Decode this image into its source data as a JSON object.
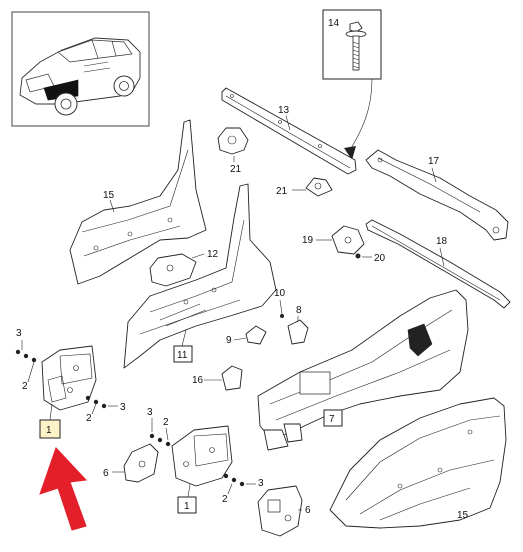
{
  "callouts": {
    "c1_main": "1",
    "c1_lower": "1",
    "c2_a": "2",
    "c2_b": "2",
    "c2_c": "2",
    "c2_d": "2",
    "c3_a": "3",
    "c3_b": "3",
    "c3_c": "3",
    "c3_d": "3",
    "c6_a": "6",
    "c6_b": "6",
    "c7": "7",
    "c8": "8",
    "c9": "9",
    "c10": "10",
    "c11": "11",
    "c12": "12",
    "c13": "13",
    "c14": "14",
    "c15_a": "15",
    "c15_b": "15",
    "c16": "16",
    "c17": "17",
    "c18": "18",
    "c19": "19",
    "c20": "20",
    "c21_a": "21",
    "c21_b": "21"
  },
  "colors": {
    "highlight_box": "#fdf3c8",
    "arrow": "#e3202a",
    "line": "#222222"
  },
  "icons": {
    "vehicle_thumbnail": "suv-car-icon",
    "pointer": "red-arrow-icon",
    "bolt": "bolt-icon"
  }
}
